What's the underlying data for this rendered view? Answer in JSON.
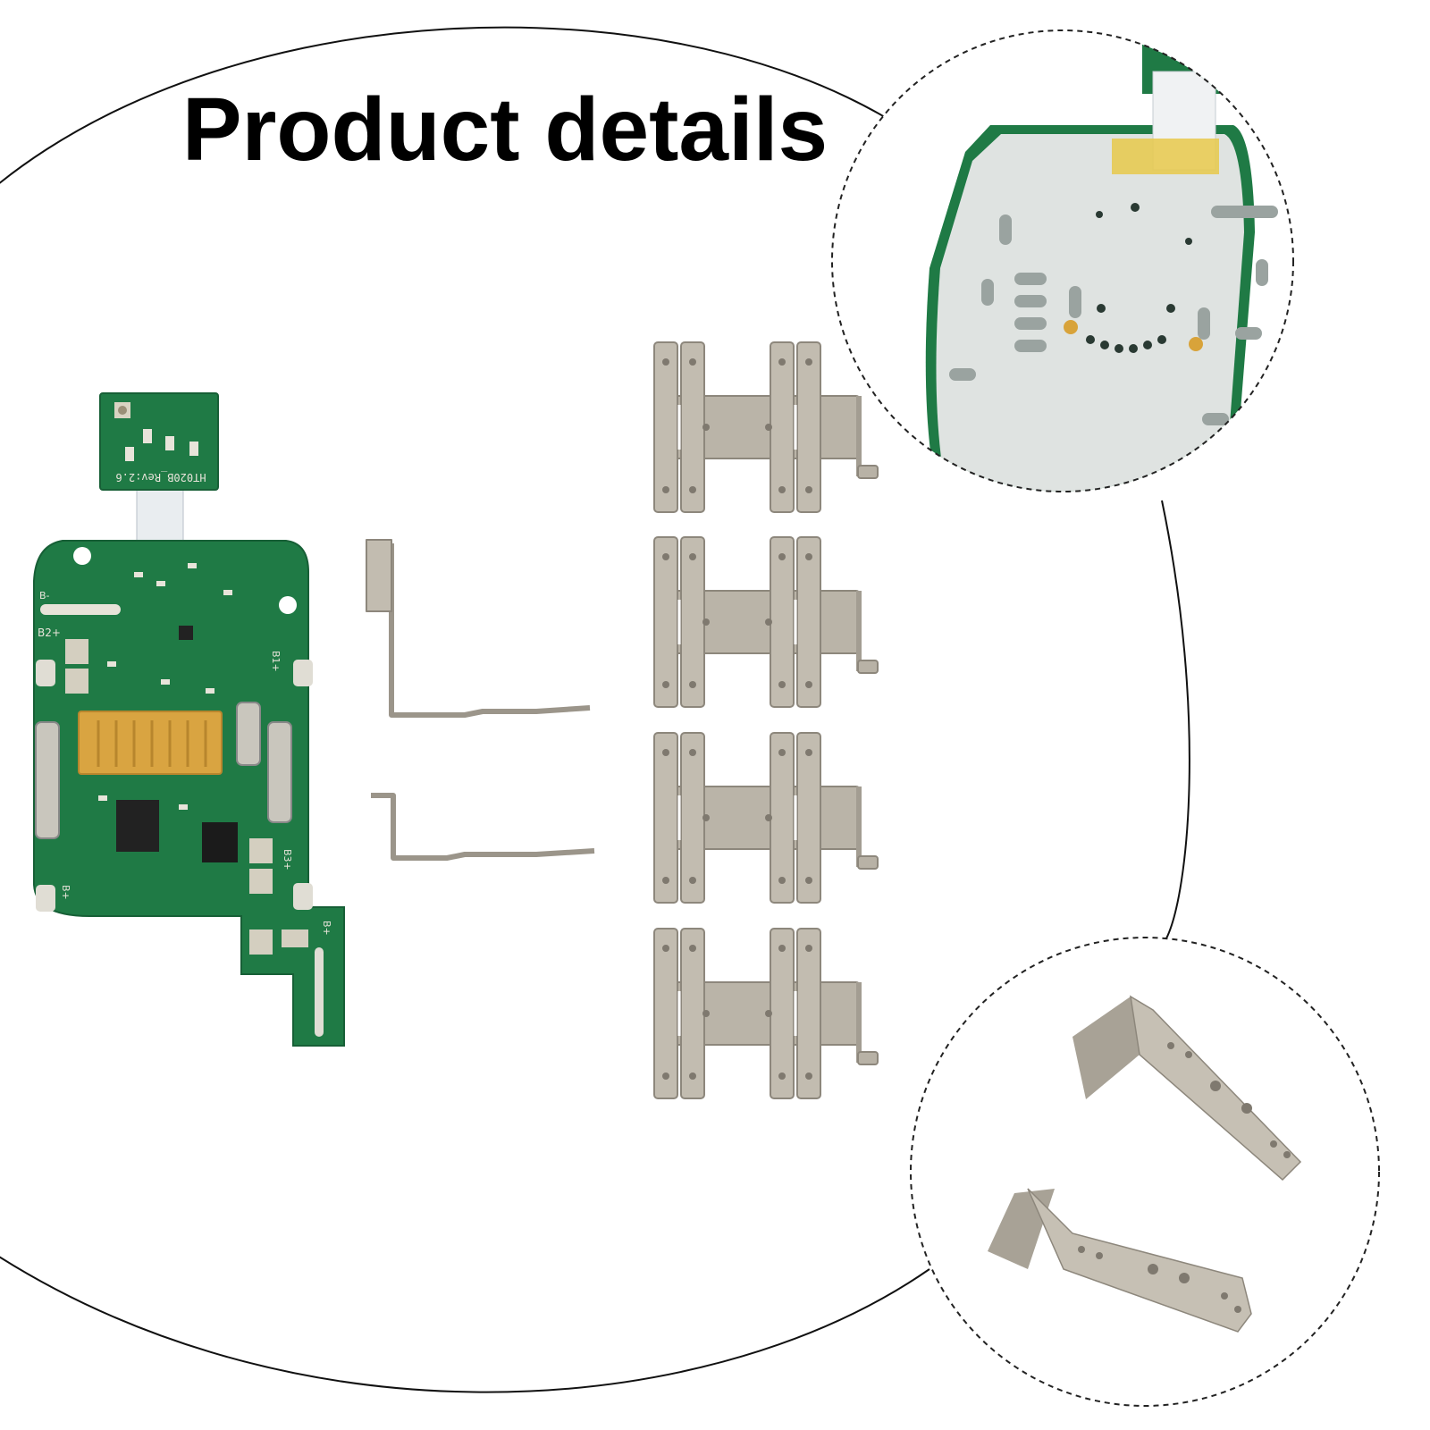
{
  "heading": "Product details",
  "main_board": {
    "silkscreen_labels": {
      "daughter_rev": "HT020B_Rev:2.6",
      "b_minus": "B-",
      "b2_plus": "B2+",
      "b1_plus": "B1+",
      "b_plus": "B+",
      "b3_plus": "B3+",
      "b_plus_right": "B+"
    }
  },
  "colors": {
    "pcb_green": "#1f7a45",
    "connector_orange": "#d9a441",
    "metal": "#b8b2a6",
    "zoom_board": "#dfe3e1"
  },
  "counts": {
    "h_connector_strips": 4,
    "l_connector_strips": 2
  }
}
